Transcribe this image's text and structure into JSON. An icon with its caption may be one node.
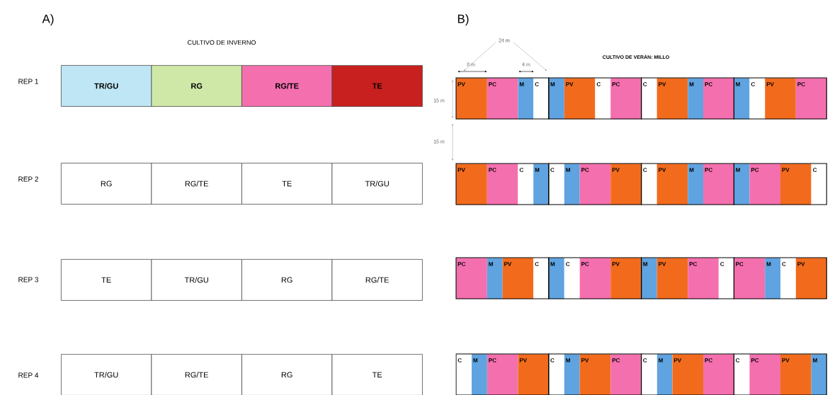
{
  "diagram": {
    "nodes": [
      {
        "text": [
          "TR/GU"
        ]
      },
      {
        "text": [
          "RG"
        ]
      },
      {
        "text": [
          "RG/TE"
        ]
      },
      {
        "text": [
          "TE"
        ]
      },
      {
        "text": [
          "PV"
        ]
      },
      {
        "text": [
          "PC"
        ]
      },
      {
        "text": [
          "M"
        ]
      },
      {
        "text": [
          "C"
        ]
      },
      {
        "text": [
          "M"
        ]
      },
      {
        "text": [
          "PV"
        ]
      },
      {
        "text": [
          "C"
        ]
      },
      {
        "text": [
          "PC"
        ]
      },
      {
        "text": [
          "C"
        ]
      },
      {
        "text": [
          "PV"
        ]
      },
      {
        "text": [
          "M"
        ]
      },
      {
        "text": [
          "PC"
        ]
      },
      {
        "text": [
          "M"
        ]
      },
      {
        "text": [
          "C"
        ]
      },
      {
        "text": [
          "PV"
        ]
      },
      {
        "text": [
          "PC"
        ]
      },
      {
        "text": [
          "RG"
        ]
      },
      {
        "text": [
          "RG/TE"
        ]
      },
      {
        "text": [
          "TE"
        ]
      },
      {
        "text": [
          "TR/GU"
        ]
      },
      {
        "text": [
          "PV"
        ]
      },
      {
        "text": [
          "PC"
        ]
      },
      {
        "text": [
          "C"
        ]
      },
      {
        "text": [
          "M"
        ]
      },
      {
        "text": [
          "C"
        ]
      },
      {
        "text": [
          "M"
        ]
      },
      {
        "text": [
          "PC"
        ]
      },
      {
        "text": [
          "PV"
        ]
      },
      {
        "text": [
          "C"
        ]
      },
      {
        "text": [
          "PV"
        ]
      },
      {
        "text": [
          "M"
        ]
      },
      {
        "text": [
          "PC"
        ]
      },
      {
        "text": [
          "M"
        ]
      },
      {
        "text": [
          "PC"
        ]
      },
      {
        "text": [
          "PV"
        ]
      },
      {
        "text": [
          "C"
        ]
      },
      {
        "text": [
          "TE"
        ]
      },
      {
        "text": [
          "TR/GU"
        ]
      },
      {
        "text": [
          "RG"
        ]
      },
      {
        "text": [
          "RG/TE"
        ]
      },
      {
        "text": [
          "PC"
        ]
      },
      {
        "text": [
          "M"
        ]
      },
      {
        "text": [
          "PV"
        ]
      },
      {
        "text": [
          "C"
        ]
      },
      {
        "text": [
          "M"
        ]
      },
      {
        "text": [
          "C"
        ]
      },
      {
        "text": [
          "PC"
        ]
      },
      {
        "text": [
          "PV"
        ]
      },
      {
        "text": [
          "M"
        ]
      },
      {
        "text": [
          "PV"
        ]
      },
      {
        "text": [
          "PC"
        ]
      },
      {
        "text": [
          "C"
        ]
      },
      {
        "text": [
          "PC"
        ]
      },
      {
        "text": [
          "M"
        ]
      },
      {
        "text": [
          "C"
        ]
      },
      {
        "text": [
          "PV"
        ]
      },
      {
        "text": [
          "TR/GU"
        ]
      },
      {
        "text": [
          "RG/TE"
        ]
      },
      {
        "text": [
          "RG"
        ]
      },
      {
        "text": [
          "TE"
        ]
      },
      {
        "text": [
          "C"
        ]
      },
      {
        "text": [
          "M"
        ]
      },
      {
        "text": [
          "PC"
        ]
      },
      {
        "text": [
          "PV"
        ]
      },
      {
        "text": [
          "C"
        ]
      },
      {
        "text": [
          "M"
        ]
      },
      {
        "text": [
          "PV"
        ]
      },
      {
        "text": [
          "PC"
        ]
      },
      {
        "text": [
          "C"
        ]
      },
      {
        "text": [
          "M"
        ]
      },
      {
        "text": [
          "PV"
        ]
      },
      {
        "text": [
          "PC"
        ]
      },
      {
        "text": [
          "C"
        ]
      },
      {
        "text": [
          "PC"
        ]
      },
      {
        "text": [
          "PV"
        ]
      },
      {
        "text": [
          "M"
        ]
      }
    ],
    "labels": [
      "A)",
      "B)",
      "CULTIVO DE INVERNO",
      "24 m",
      "CULTIVO DE VERÁN: MILLO",
      "8 m",
      "4 m",
      "REP 1",
      "15 m",
      "15 m",
      "REP 2",
      "REP 3",
      "REP 4"
    ]
  }
}
